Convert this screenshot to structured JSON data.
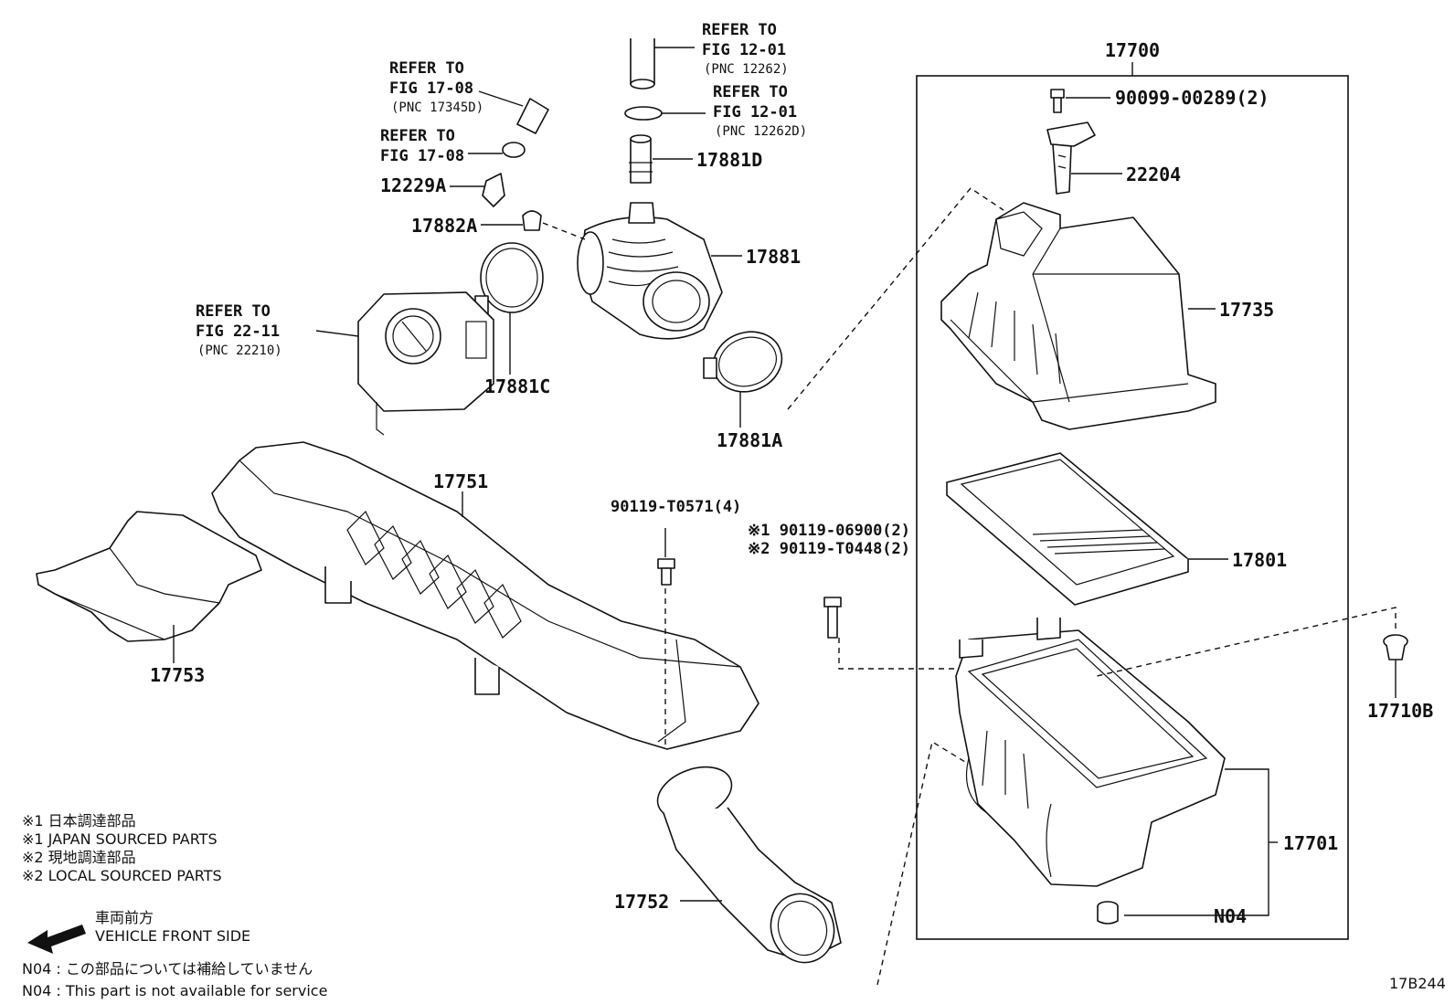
{
  "refs": {
    "fig_17_08_a": {
      "line1": "REFER TO",
      "line2": "FIG 17-08",
      "pnc": "(PNC 17345D)"
    },
    "fig_17_08_b": {
      "line1": "REFER TO",
      "line2": "FIG 17-08"
    },
    "fig_12_01_a": {
      "line1": "REFER TO",
      "line2": "FIG 12-01",
      "pnc": "(PNC 12262)"
    },
    "fig_12_01_b": {
      "line1": "REFER TO",
      "line2": "FIG 12-01",
      "pnc": "(PNC 12262D)"
    },
    "fig_22_11": {
      "line1": "REFER TO",
      "line2": "FIG 22-11",
      "pnc": "(PNC 22210)"
    }
  },
  "parts": {
    "p17700": "17700",
    "p90099": "90099-00289(2)",
    "p22204": "22204",
    "p17735": "17735",
    "p17801": "17801",
    "p17701": "17701",
    "pN04": "N04",
    "p17710B": "17710B",
    "p17881D": "17881D",
    "p17881": "17881",
    "p17881A": "17881A",
    "p17881C": "17881C",
    "p17882A": "17882A",
    "p12229A": "12229A",
    "p17751": "17751",
    "p17753": "17753",
    "p17752": "17752",
    "p90119_T0571": "90119-T0571(4)",
    "p90119_06900": "※1 90119-06900(2)",
    "p90119_T0448": "※2 90119-T0448(2)"
  },
  "legend": {
    "l1": "※1  日本調達部品",
    "l2": "※1  JAPAN SOURCED PARTS",
    "l3": "※2  現地調達部品",
    "l4": "※2  LOCAL SOURCED PARTS",
    "dir_jp": "車両前方",
    "dir_en": "VEHICLE FRONT SIDE",
    "n04_jp": "N04 : この部品については補給していません",
    "n04_en": "N04 : This part is not available for service"
  },
  "diagram_code": "17B244",
  "icons": [
    "front-direction-arrow-icon"
  ]
}
